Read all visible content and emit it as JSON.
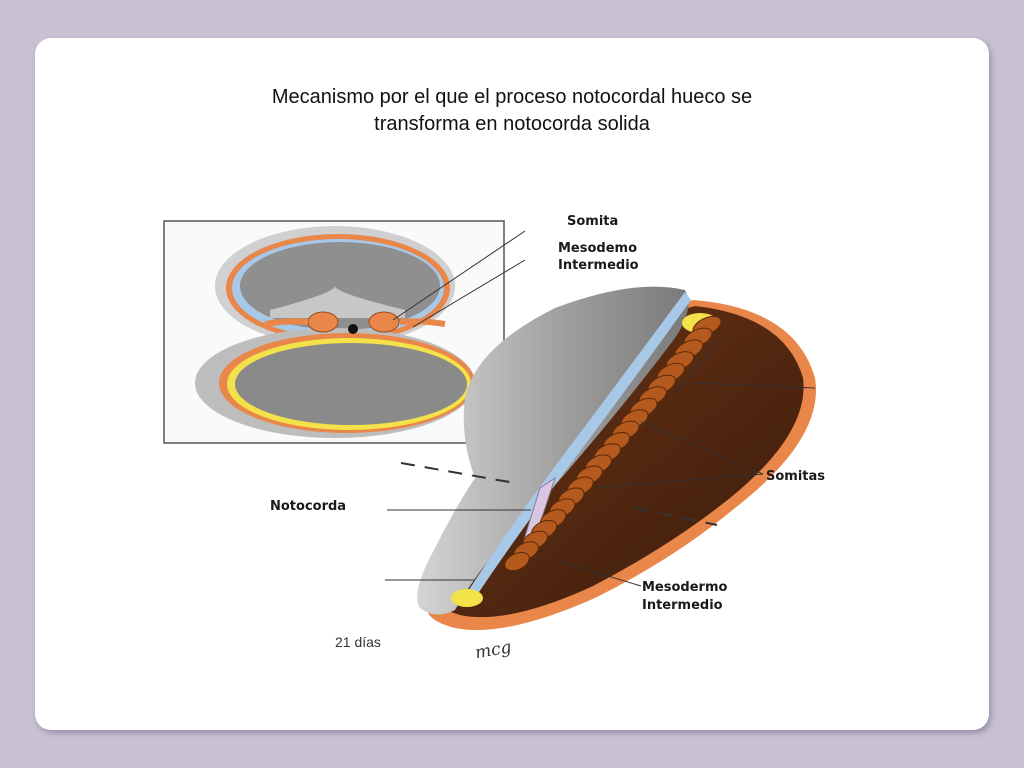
{
  "slide": {
    "title_line1": "Mecanismo por el que el proceso notocordal hueco se",
    "title_line2": "transforma en notocorda solida"
  },
  "figure": {
    "labels": {
      "somita": "Somita",
      "mesodermo_top_1": "Mesodemo",
      "mesodermo_top_2": "Intermedio",
      "notocorda": "Notocorda",
      "somitas": "Somitas",
      "mesodermo_bottom_1": "Mesodermo",
      "mesodermo_bottom_2": "Intermedio",
      "age_caption": "21 días",
      "signature": "mcg"
    },
    "colors": {
      "ectoderm_gray": "#bdbdbd",
      "amnion_blue": "#a8c8e8",
      "mesoderm_orange": "#e9864a",
      "yolk_yellow": "#f4e24a",
      "somite_brown": "#b55a1e",
      "dark_brown": "#4a2410"
    }
  }
}
